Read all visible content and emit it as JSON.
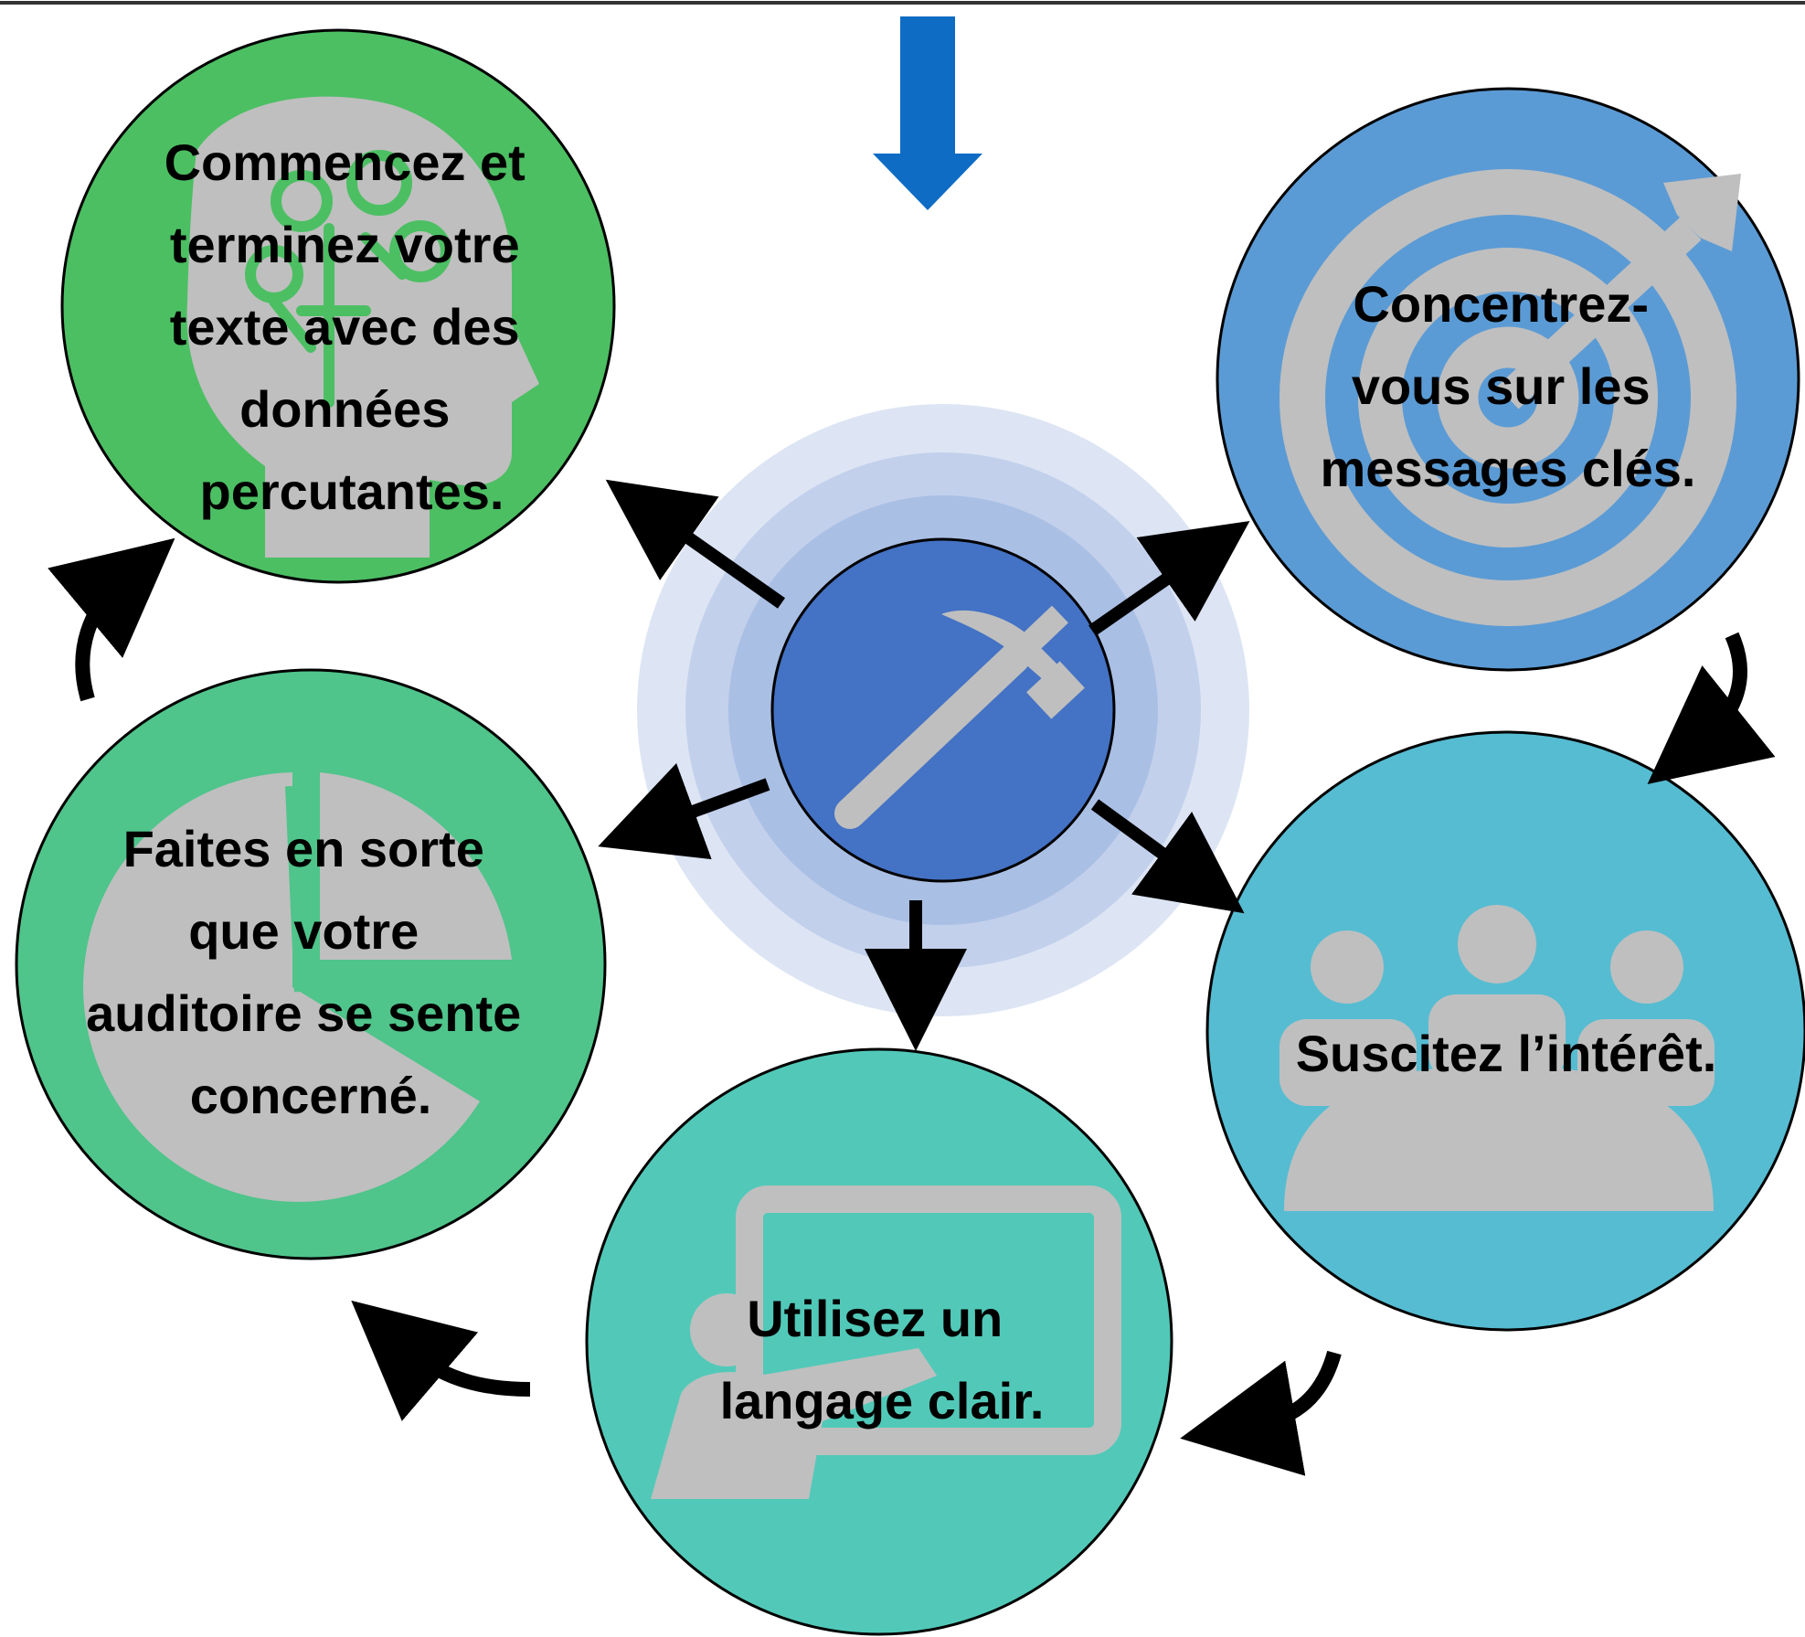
{
  "diagram": {
    "center": {
      "icon": "hammer-icon",
      "color": "#4472C4",
      "halo_color": "#8FAADC"
    },
    "nodes": [
      {
        "id": "commencez",
        "lines": [
          "Commencez et",
          "terminez votre",
          "texte avec des",
          "données",
          "percutantes."
        ],
        "icon": "brain-head-icon",
        "color": "#4CBF63"
      },
      {
        "id": "concentrez",
        "lines": [
          "Concentrez-",
          "vous sur les",
          "messages clés."
        ],
        "icon": "target-arrow-icon",
        "color": "#5B9BD5"
      },
      {
        "id": "suscitez",
        "lines": [
          "Suscitez l’intérêt."
        ],
        "icon": "group-icon",
        "color": "#56BCD2"
      },
      {
        "id": "utilisez",
        "lines": [
          "Utilisez un",
          "langage clair."
        ],
        "icon": "presentation-icon",
        "color": "#52C9B8"
      },
      {
        "id": "faites",
        "lines": [
          "Faites en sorte",
          "que votre",
          "auditoire se sente",
          "concerné."
        ],
        "icon": "pie-chart-icon",
        "color": "#4FC48B"
      }
    ],
    "entry_arrow_color": "#0E6CC4",
    "icon_color": "#BFBFBF"
  }
}
